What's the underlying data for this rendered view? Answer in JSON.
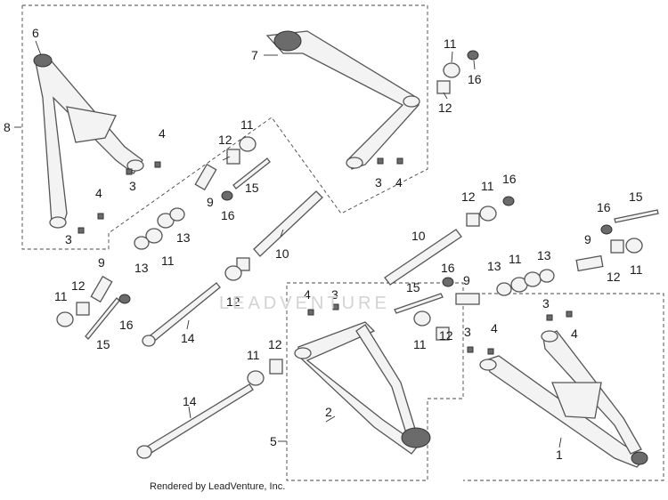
{
  "watermark": "LEADVENTURE",
  "footer": "Rendered by LeadVenture, Inc.",
  "callouts": [
    "6",
    "8",
    "3",
    "4",
    "4",
    "3",
    "7",
    "3",
    "4",
    "11",
    "16",
    "12",
    "12",
    "11",
    "15",
    "9",
    "16",
    "13",
    "11",
    "13",
    "10",
    "12",
    "11",
    "16",
    "15",
    "16",
    "9",
    "12",
    "11",
    "10",
    "13",
    "11",
    "13",
    "12",
    "9",
    "11",
    "12",
    "15",
    "16",
    "14",
    "4",
    "3",
    "15",
    "16",
    "9",
    "11",
    "12",
    "3",
    "4",
    "3",
    "4",
    "11",
    "12",
    "14",
    "2",
    "1",
    "5"
  ],
  "diagram_type": "exploded parts diagram"
}
